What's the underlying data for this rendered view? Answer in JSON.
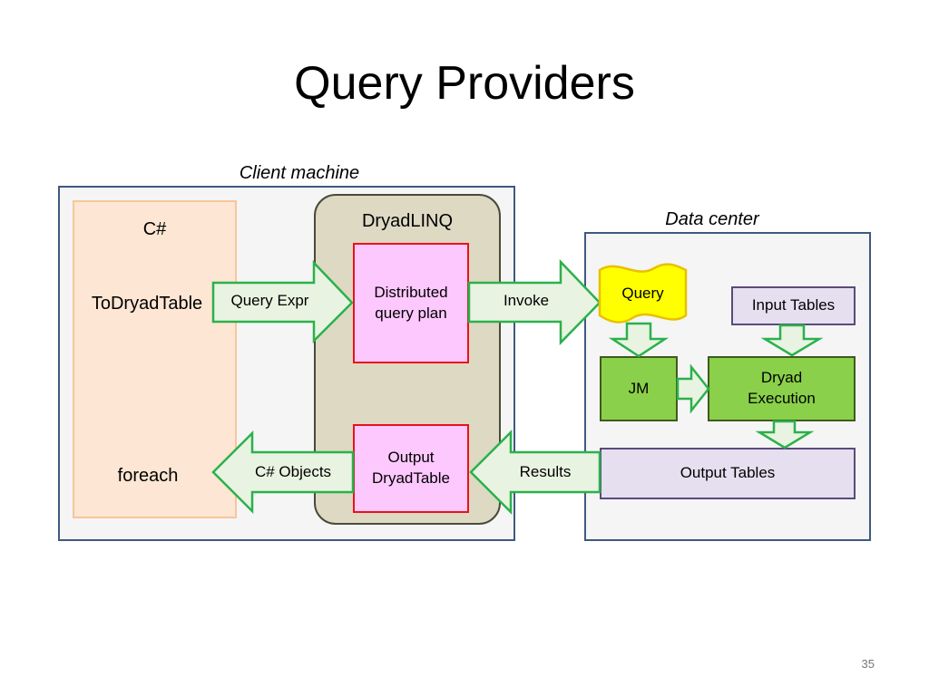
{
  "slide": {
    "title": "Query Providers",
    "page_number": "35"
  },
  "client": {
    "label": "Client machine",
    "csharp": {
      "title": "C#",
      "to_dryad": "ToDryadTable",
      "foreach": "foreach"
    },
    "dryadlinq": {
      "title": "DryadLINQ",
      "plan": "Distributed query plan",
      "output": "Output DryadTable"
    }
  },
  "datacenter": {
    "label": "Data center",
    "query": "Query",
    "input_tables": "Input Tables",
    "jm": "JM",
    "execution": "Dryad Execution",
    "output_tables": "Output Tables"
  },
  "arrows": {
    "query_expr": "Query Expr",
    "invoke": "Invoke",
    "results": "Results",
    "csharp_objects": "C# Objects"
  },
  "colors": {
    "frame_border": "#3d5a80",
    "arrow_stroke": "#2bb14b",
    "arrow_fill": "#e9f3e2",
    "query_fill": "#ffff00",
    "execution_fill": "#8ad04a",
    "plan_fill": "#fdc8fd",
    "plan_border": "#e8121c"
  }
}
